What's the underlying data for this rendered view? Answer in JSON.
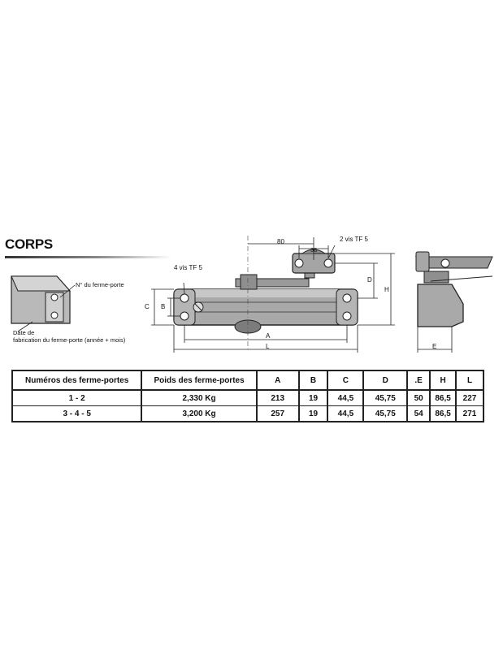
{
  "section": {
    "title": "CORPS"
  },
  "callouts": {
    "serial": "N° du ferme-porte",
    "date_line1": "Date de",
    "date_line2": "fabrication du ferme-porte (année + mois)",
    "screws_body": "4 vis TF 5",
    "screws_arm": "2 vis TF 5",
    "dim_80": "80",
    "dim_36": "36",
    "dim_D": "D",
    "dim_H": "H",
    "dim_C": "C",
    "dim_B": "B",
    "dim_A": "A",
    "dim_L": "L",
    "dim_E": "E"
  },
  "table": {
    "headers": [
      "Numéros des ferme-portes",
      "Poids des ferme-portes",
      "A",
      "B",
      "C",
      "D",
      ".E",
      "H",
      "L"
    ],
    "rows": [
      [
        "1 - 2",
        "2,330 Kg",
        "213",
        "19",
        "44,5",
        "45,75",
        "50",
        "86,5",
        "227"
      ],
      [
        "3 - 4 - 5",
        "3,200 Kg",
        "257",
        "19",
        "44,5",
        "45,75",
        "54",
        "86,5",
        "271"
      ]
    ]
  }
}
